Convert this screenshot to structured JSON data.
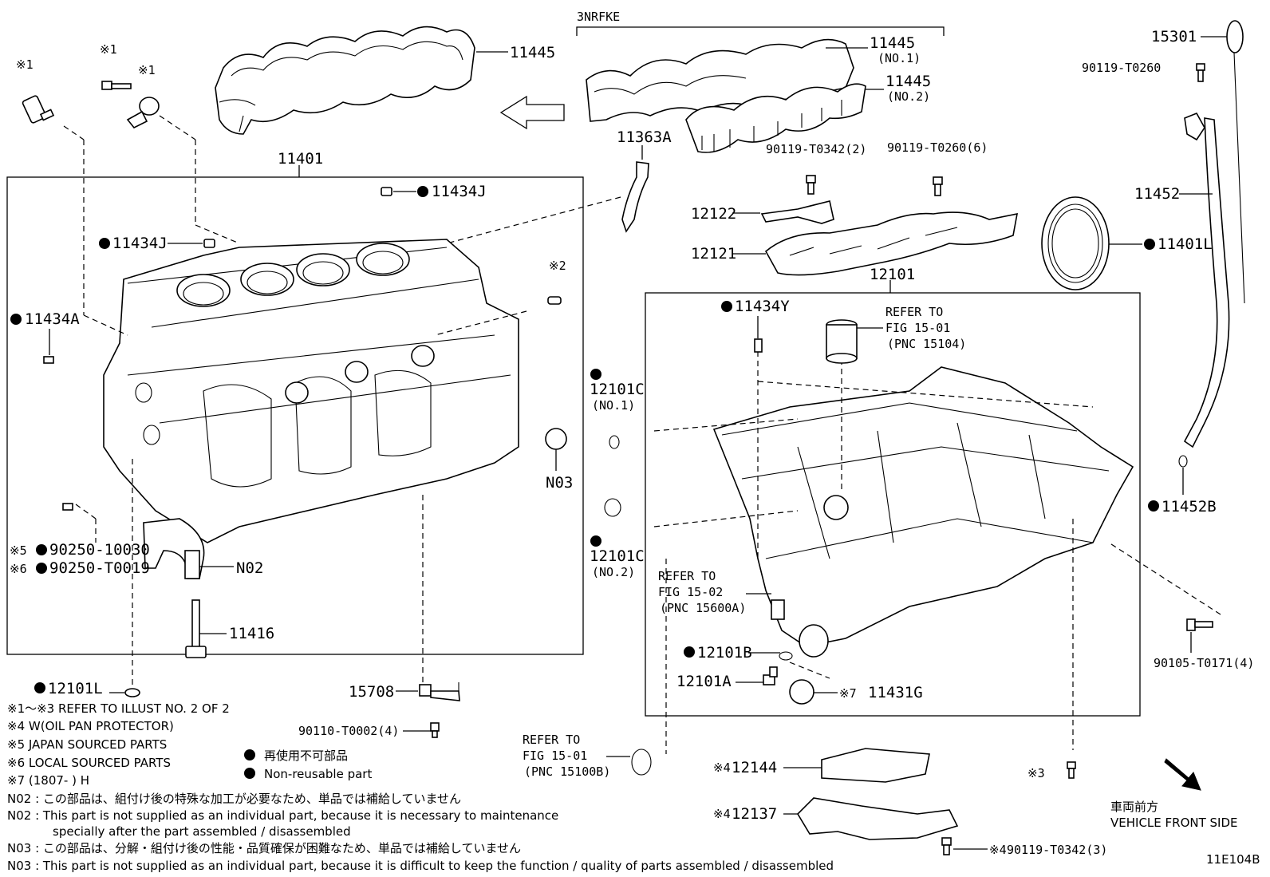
{
  "diagram_id": "11E104B",
  "variant_label": "3NRFKE",
  "callouts": {
    "c11445_top": "11445",
    "c11445_no1": "11445",
    "c11445_no1_sub": "(NO.1)",
    "c11445_no2": "11445",
    "c11445_no2_sub": "(NO.2)",
    "c11401": "11401",
    "c11363a": "11363A",
    "c90119_t0342_2": "90119-T0342(2)",
    "c90119_t0260_6": "90119-T0260(6)",
    "c12122": "12122",
    "c12121": "12121",
    "c12101": "12101",
    "c15301": "15301",
    "c90119_t0260": "90119-T0260",
    "c11452": "11452",
    "c11401l": "11401L",
    "c11434j_a": "11434J",
    "c11434j_b": "11434J",
    "c11434a": "11434A",
    "c11434y": "11434Y",
    "c12101c_1": "12101C",
    "c12101c_1_sub": "(NO.1)",
    "c12101c_2": "12101C",
    "c12101c_2_sub": "(NO.2)",
    "n03": "N03",
    "n02": "N02",
    "c90250_10030": "90250-10030",
    "c90250_t0019": "90250-T0019",
    "c11416": "11416",
    "c12101l": "12101L",
    "c15708": "15708",
    "c90110_t0002": "90110-T0002(4)",
    "c11452b": "11452B",
    "c90105_t0171": "90105-T0171(4)",
    "c12101b": "12101B",
    "c12101a": "12101A",
    "c11431g": "11431G",
    "c12144": "12144",
    "c12137": "12137",
    "c90119_t0342_3": "90119-T0342(3)",
    "mark1": "※1",
    "mark2": "※2",
    "mark3": "※3",
    "mark4": "※4",
    "mark5": "※5",
    "mark6": "※6",
    "mark7": "※7"
  },
  "refer": {
    "r1_l1": "REFER TO",
    "r1_l2": "FIG 15-01",
    "r1_l3": "(PNC 15104)",
    "r2_l1": "REFER TO",
    "r2_l2": "FIG 15-02",
    "r2_l3": "(PNC 15600A)",
    "r3_l1": "REFER TO",
    "r3_l2": "FIG 15-01",
    "r3_l3": "(PNC 15100B)"
  },
  "legend": {
    "l1": "※1～※3  REFER TO ILLUST NO. 2 OF 2",
    "l4": "※4 W(OIL PAN PROTECTOR)",
    "l5": "※5 JAPAN SOURCED PARTS",
    "l6": "※6 LOCAL SOURCED PARTS",
    "l7": "※7 (1807-        ) H",
    "nr_jp": "再使用不可部品",
    "nr_en": "Non-reusable part"
  },
  "notes": {
    "n02_jp": "N02 : この部品は、組付け後の特殊な加工が必要なため、単品では補給していません",
    "n02_en1": "N02 : This part is not supplied as an individual part, because it is necessary to maintenance",
    "n02_en2": "specially after the part assembled / disassembled",
    "n03_jp": "N03 : この部品は、分解・組付け後の性能・品質確保が困難なため、単品では補給していません",
    "n03_en": "N03 : This part is not supplied as an individual part, because it is difficult to keep the function / quality of parts  assembled / disassembled"
  },
  "direction": {
    "jp": "車両前方",
    "en": "VEHICLE FRONT SIDE"
  }
}
